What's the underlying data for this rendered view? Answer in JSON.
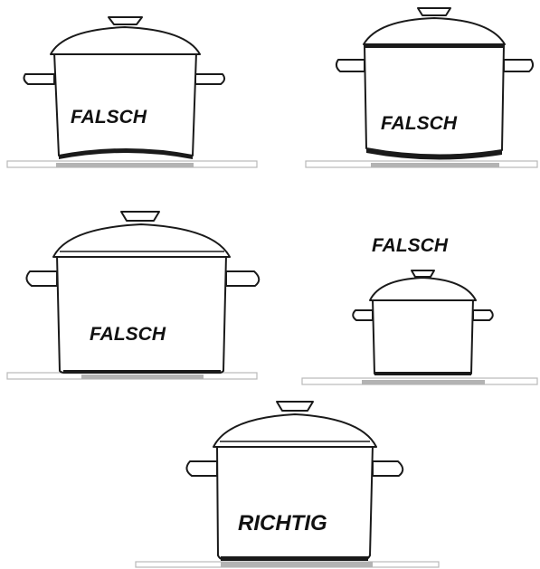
{
  "labels": {
    "pot1": "FALSCH",
    "pot2": "FALSCH",
    "pot3": "FALSCH",
    "pot4": "FALSCH",
    "pot5": "RICHTIG"
  },
  "colors": {
    "outline": "#1a1a1a",
    "hob_edge": "#b9b9b9",
    "cooking_zone": "#b3b3b3",
    "background": "#ffffff"
  },
  "icons": [
    "cooking-pot-icon",
    "pot-lid-icon",
    "pot-handle-icon",
    "hob-icon",
    "cooking-zone-icon"
  ]
}
